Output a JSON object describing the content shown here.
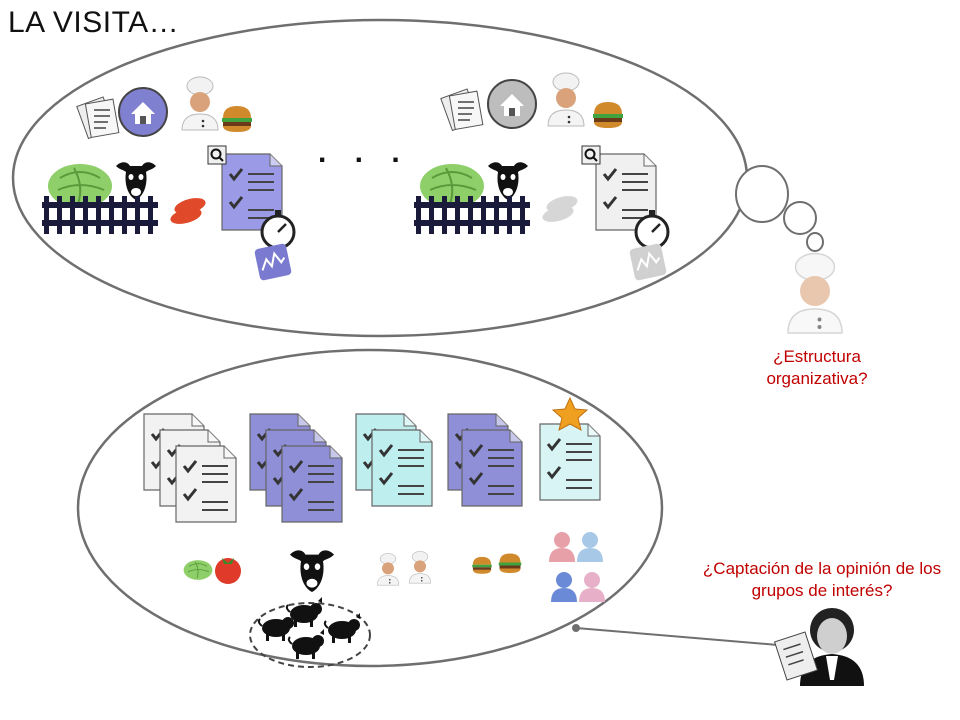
{
  "title": "LA VISITA…",
  "ellipsis": ". . .",
  "captions": {
    "structure": "¿Estructura organizativa?",
    "stakeholders": "¿Captación de la opinión de los grupos de interés?"
  },
  "colors": {
    "caption": "#c00000",
    "outline": "#6f6f6f",
    "doc_purple": "#8f8fd8",
    "doc_cyan": "#bfeeee",
    "doc_white": "#f2f2f2"
  },
  "icons": {
    "top_left_group": [
      "notes-icon",
      "house-button-icon",
      "chef-icon",
      "burger-icon",
      "cabbage-icon",
      "cow-head-icon",
      "fence-icon",
      "sausage-icon",
      "checklist-search-icon",
      "stopwatch-icon",
      "chart-icon"
    ],
    "top_right_group": [
      "notes-icon",
      "house-button-icon",
      "chef-icon",
      "burger-icon",
      "cabbage-icon",
      "cow-head-icon",
      "fence-icon",
      "sausage-icon",
      "checklist-search-icon",
      "stopwatch-icon",
      "chart-icon"
    ],
    "bottom_group": [
      "document-stack-icon",
      "star-icon",
      "cabbage-icon",
      "tomato-icon",
      "cow-head-icon",
      "chefs-icon",
      "burgers-icon",
      "people-icon",
      "pigs-icon"
    ]
  }
}
